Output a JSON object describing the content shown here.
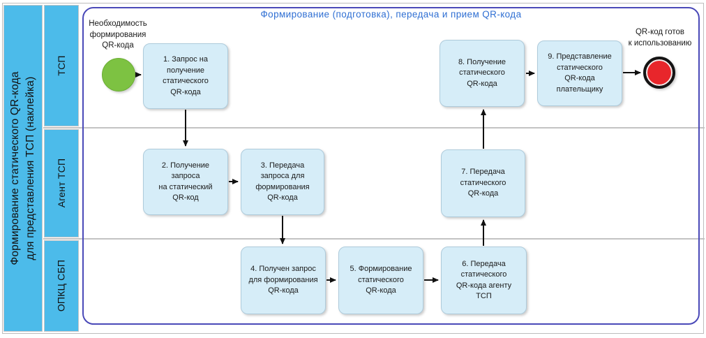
{
  "diagram": {
    "sidebar_title": "Формирование статического QR-кода\nдля представления ТСП (наклейка)",
    "container_title": "Формирование (подготовка), передача и прием QR-кода",
    "lanes": [
      {
        "label": "ТСП"
      },
      {
        "label": "Агент ТСП"
      },
      {
        "label": "ОПКЦ СБП"
      }
    ],
    "start_event": {
      "label": "Необходимость\nформирования\nQR-кода"
    },
    "end_event": {
      "label": "QR-код готов\nк использованию"
    },
    "tasks": [
      {
        "label": "1. Запрос на\nполучение\nстатического\nQR-кода"
      },
      {
        "label": "2. Получение\nзапроса\nна статический\nQR-код"
      },
      {
        "label": "3. Передача\nзапроса для\nформирования\nQR-кода"
      },
      {
        "label": "4. Получен запрос\nдля формирования\nQR-кода"
      },
      {
        "label": "5. Формирование\nстатического\nQR-кода"
      },
      {
        "label": "6. Передача\nстатического\nQR-кода агенту\nТСП"
      },
      {
        "label": "7. Передача\nстатического\nQR-кода"
      },
      {
        "label": "8. Получение\nстатического\nQR-кода"
      },
      {
        "label": "9. Представление\nстатического\nQR-кода\nплательщику"
      }
    ],
    "colors": {
      "lane_fill": "#4CBBEA",
      "task_fill": "#D6EDF8",
      "task_border": "#AECBDB",
      "start_event_fill": "#7DC242",
      "end_event_fill": "#E8262B",
      "container_border": "#4A49B8",
      "title_text": "#2F6FD3",
      "arrow": "#111111"
    }
  }
}
